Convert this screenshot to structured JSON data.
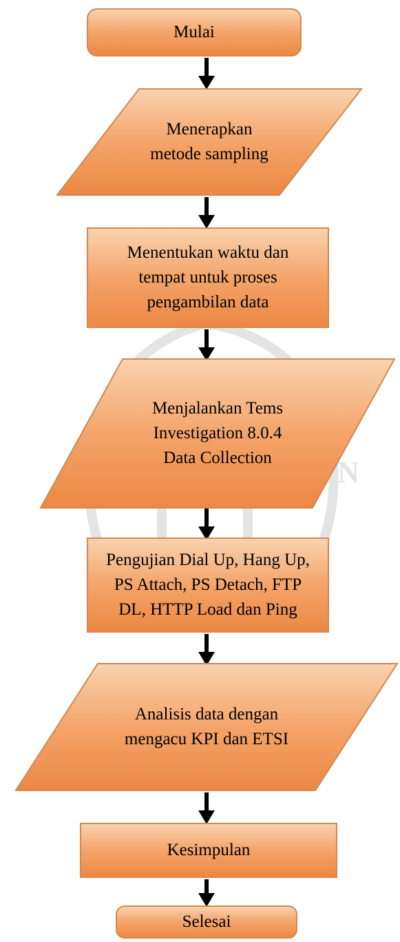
{
  "flowchart": {
    "steps": [
      {
        "id": "start",
        "shape": "terminator",
        "text": "Mulai"
      },
      {
        "id": "sampling",
        "shape": "data",
        "text": "Menerapkan\nmetode sampling"
      },
      {
        "id": "schedule",
        "shape": "process",
        "text": "Menentukan waktu dan\ntempat untuk proses\npengambilan data"
      },
      {
        "id": "tems",
        "shape": "data",
        "text": "Menjalankan Tems\nInvestigation 8.0.4\nData Collection"
      },
      {
        "id": "testing",
        "shape": "process",
        "text": "Pengujian Dial Up, Hang Up,\nPS Attach, PS Detach, FTP\nDL, HTTP Load dan Ping"
      },
      {
        "id": "analysis",
        "shape": "data",
        "text": "Analisis data dengan\nmengacu KPI dan ETSI"
      },
      {
        "id": "conclusion",
        "shape": "process",
        "text": "Kesimpulan"
      },
      {
        "id": "end",
        "shape": "terminator",
        "text": "Selesai"
      }
    ]
  },
  "colors": {
    "fill_light": "#f8c8a0",
    "fill_dark": "#ee8a48",
    "stroke": "#d2894f",
    "arrow": "#000000",
    "watermark": "#e6e6e6"
  }
}
